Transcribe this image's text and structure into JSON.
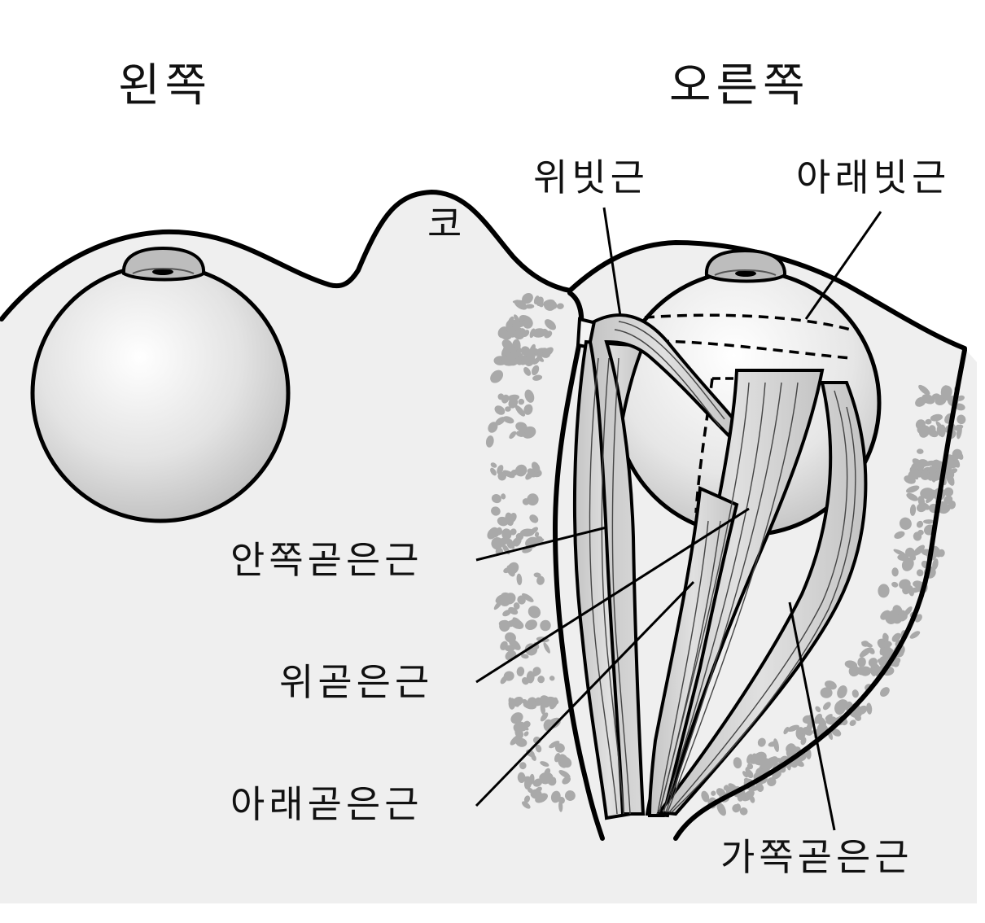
{
  "labels": {
    "left_side": "왼쪽",
    "right_side": "오른쪽",
    "nose": "코",
    "superior_oblique": "위빗근",
    "inferior_oblique": "아래빗근",
    "medial_rectus": "안쪽곧은근",
    "superior_rectus": "위곧은근",
    "inferior_rectus": "아래곧은근",
    "lateral_rectus": "가쪽곧은근"
  },
  "colors": {
    "tissue": "#efefef",
    "outline": "#000000",
    "bone_speckle": "#a9a9a9",
    "muscle": "#d2d2d2",
    "eyeball_highlight": "#ffffff",
    "eyeball_shadow": "#bdbdbd"
  }
}
